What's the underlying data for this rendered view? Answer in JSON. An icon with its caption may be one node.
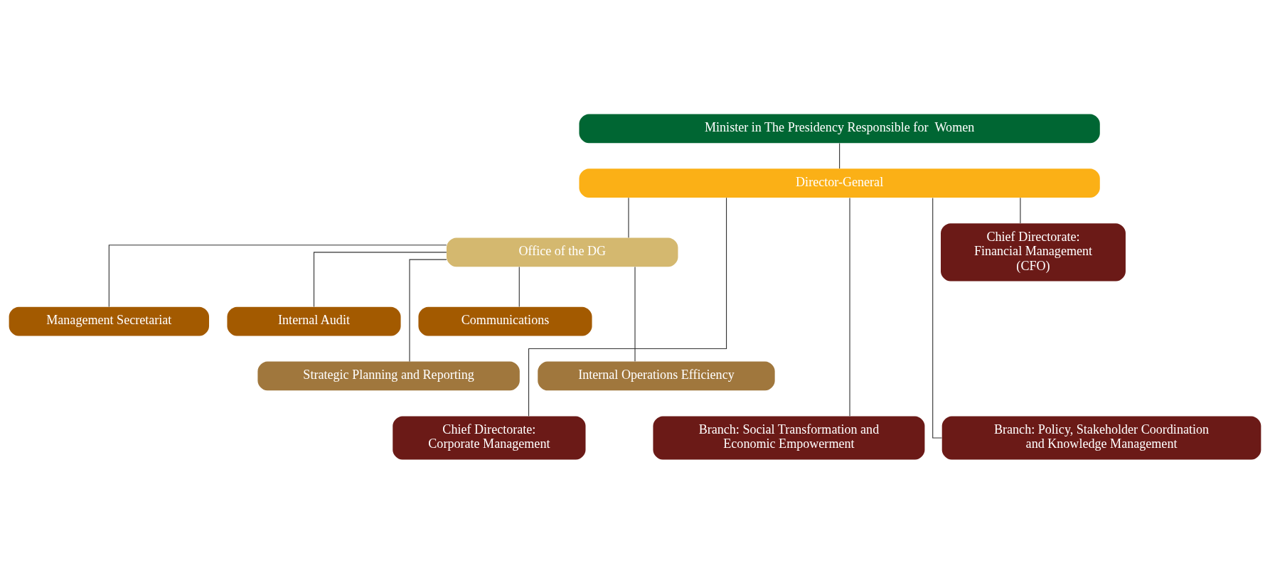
{
  "diagram": {
    "nodes": [
      {
        "text": [
          "Minister in The Presidency Responsible for  Women"
        ]
      },
      {
        "text": [
          "Director-General"
        ]
      },
      {
        "text": [
          "Office of the DG"
        ]
      },
      {
        "text": [
          "Management Secretariat"
        ]
      },
      {
        "text": [
          "Internal Audit"
        ]
      },
      {
        "text": [
          "Communications"
        ]
      },
      {
        "text": [
          "Strategic Planning and Reporting"
        ]
      },
      {
        "text": [
          "Internal Operations Efficiency"
        ]
      },
      {
        "text": [
          "Chief Directorate: Corporate Management"
        ]
      },
      {
        "text": [
          "Branch: Social Transformation and Economic Empowerment"
        ]
      },
      {
        "text": [
          "Branch: Policy, Stakeholder Coordination and Knowledge Management"
        ]
      },
      {
        "text": [
          "Chief Directorate: Financial Management (CFO)"
        ]
      }
    ],
    "edges": [
      {
        "from": 0,
        "to": 1,
        "arrow": "none"
      },
      {
        "from": 1,
        "to": 2,
        "arrow": "none"
      },
      {
        "from": 2,
        "to": 3,
        "arrow": "none"
      },
      {
        "from": 2,
        "to": 4,
        "arrow": "none"
      },
      {
        "from": 2,
        "to": 5,
        "arrow": "none"
      },
      {
        "from": 2,
        "to": 6,
        "arrow": "none"
      },
      {
        "from": 2,
        "to": 7,
        "arrow": "none"
      },
      {
        "from": 1,
        "to": 8,
        "arrow": "none"
      },
      {
        "from": 1,
        "to": 9,
        "arrow": "none"
      },
      {
        "from": 1,
        "to": 10,
        "arrow": "none"
      },
      {
        "from": 1,
        "to": 11,
        "arrow": "none"
      }
    ]
  }
}
